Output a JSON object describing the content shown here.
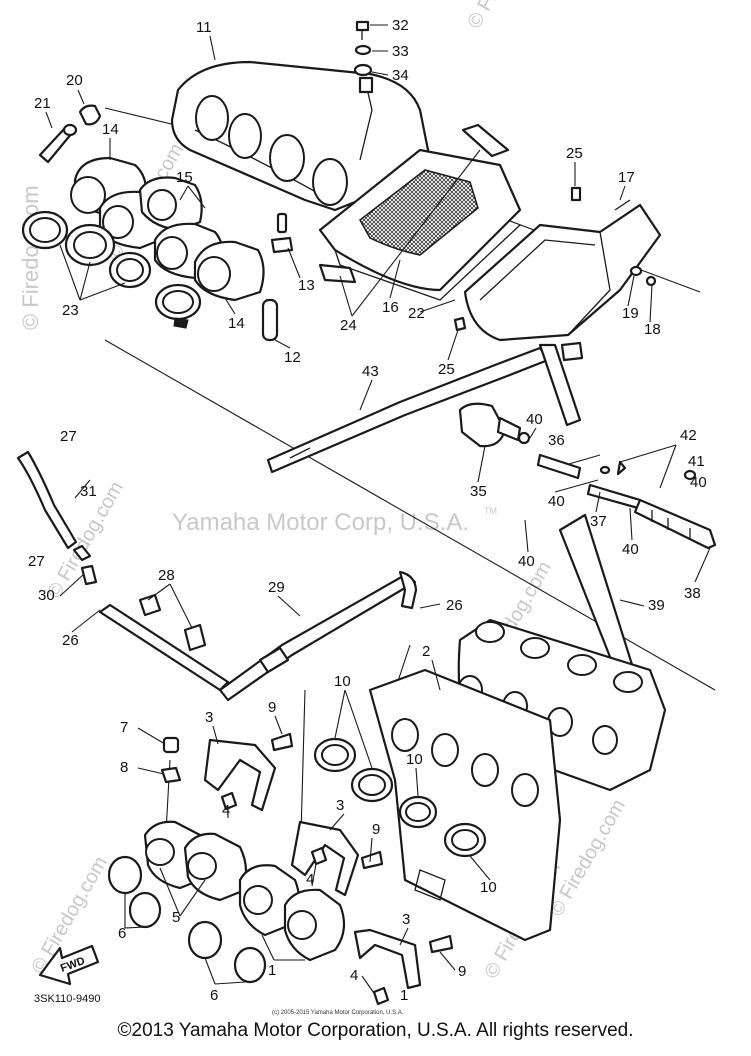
{
  "diagram": {
    "watermarks": {
      "vertical_left": "© Firedog.com",
      "center": "Yamaha Motor Corp, U.S.A.",
      "tm": "TM",
      "tile": "© Firedog.com"
    },
    "diagram_code": "3SK110-9490",
    "fwd_label": "FWD",
    "fine_print": "(c) 2005-2015 Yamaha Motor Corporation, U.S.A.",
    "callouts": {
      "c1a": "1",
      "c1b": "1",
      "c2": "2",
      "c3a": "3",
      "c3b": "3",
      "c3c": "3",
      "c4a": "4",
      "c4b": "4",
      "c4c": "4",
      "c5a": "5",
      "c5b": "5",
      "c6a": "6",
      "c6b": "6",
      "c7": "7",
      "c8": "8",
      "c9a": "9",
      "c9b": "9",
      "c9c": "9",
      "c10a": "10",
      "c10b": "10",
      "c10c": "10",
      "c11": "11",
      "c12": "12",
      "c13": "13",
      "c14a": "14",
      "c14b": "14",
      "c15": "15",
      "c16": "16",
      "c17": "17",
      "c18": "18",
      "c19": "19",
      "c20": "20",
      "c21": "21",
      "c22": "22",
      "c23": "23",
      "c24": "24",
      "c25a": "25",
      "c25b": "25",
      "c26a": "26",
      "c26b": "26",
      "c27a": "27",
      "c27b": "27",
      "c28": "28",
      "c29": "29",
      "c30": "30",
      "c31": "31",
      "c32": "32",
      "c33": "33",
      "c34": "34",
      "c35": "35",
      "c36": "36",
      "c37": "37",
      "c38": "38",
      "c39": "39",
      "c40a": "40",
      "c40b": "40",
      "c40c": "40",
      "c40d": "40",
      "c40e": "40",
      "c41": "41",
      "c42": "42",
      "c43": "43"
    }
  },
  "footer": {
    "copyright": "©2013 Yamaha Motor Corporation, U.S.A. All rights reserved."
  }
}
